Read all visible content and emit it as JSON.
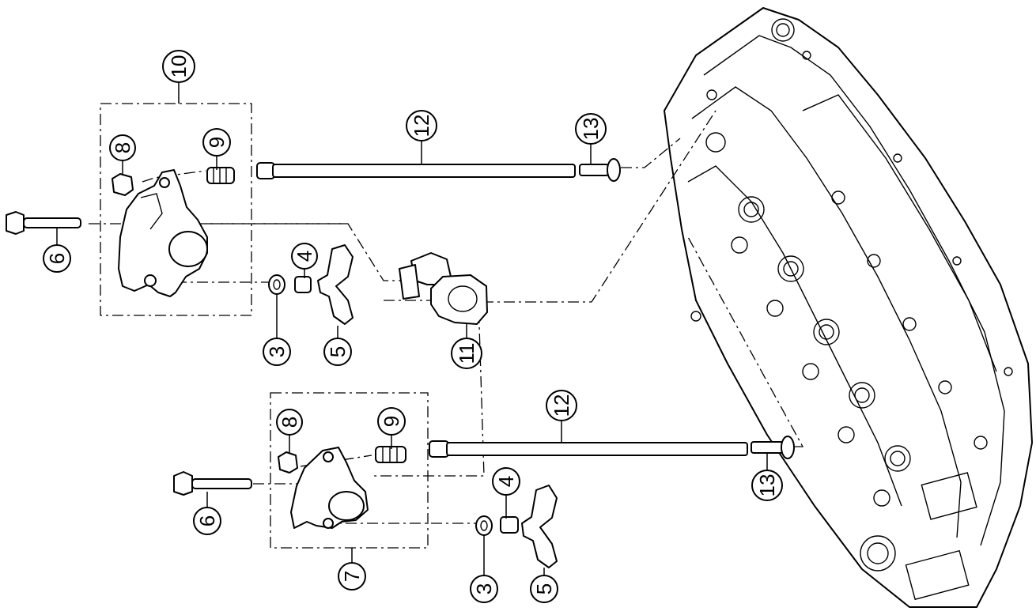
{
  "callouts": [
    {
      "id": "c10a",
      "label": "10"
    },
    {
      "id": "c8a",
      "label": "8"
    },
    {
      "id": "c9a",
      "label": "9"
    },
    {
      "id": "c12a",
      "label": "12"
    },
    {
      "id": "c13a",
      "label": "13"
    },
    {
      "id": "c6a",
      "label": "6"
    },
    {
      "id": "c4a",
      "label": "4"
    },
    {
      "id": "c3a",
      "label": "3"
    },
    {
      "id": "c5a",
      "label": "5"
    },
    {
      "id": "c11",
      "label": "11"
    },
    {
      "id": "c8b",
      "label": "8"
    },
    {
      "id": "c9b",
      "label": "9"
    },
    {
      "id": "c12b",
      "label": "12"
    },
    {
      "id": "c13b",
      "label": "13"
    },
    {
      "id": "c6b",
      "label": "6"
    },
    {
      "id": "c4b",
      "label": "4"
    },
    {
      "id": "c3b",
      "label": "3"
    },
    {
      "id": "c5b",
      "label": "5"
    },
    {
      "id": "c7",
      "label": "7"
    }
  ]
}
